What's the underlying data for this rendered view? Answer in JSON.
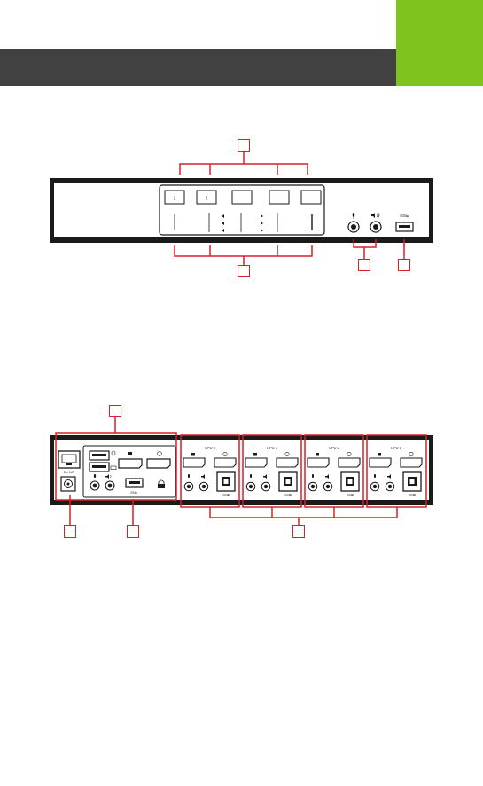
{
  "colors": {
    "header": "#414141",
    "accent": "#7fc41c",
    "callout": "#d72027",
    "device": "#1a1a1a"
  },
  "front_panel": {
    "button_labels": [
      "1",
      "2",
      "",
      "",
      ""
    ],
    "icons": [
      "microphone-icon",
      "speaker-icon",
      "usb3-icon"
    ],
    "usb_label": "SS⇋"
  },
  "rear_panel": {
    "cpu_labels": [
      "CPU 4",
      "CPU 3",
      "CPU 2",
      "CPU 1"
    ],
    "dc_label": "DC 12V",
    "usb_label": "SS⇋",
    "icons": [
      "ethernet-icon",
      "keyboard-icon",
      "mouse-icon",
      "microphone-icon",
      "speaker-icon",
      "displayport-icon",
      "power-jack-icon",
      "usb3-icon",
      "lock-icon"
    ]
  },
  "callouts": {
    "front": [
      "",
      "",
      "",
      ""
    ],
    "rear": [
      "",
      "",
      "",
      ""
    ]
  }
}
